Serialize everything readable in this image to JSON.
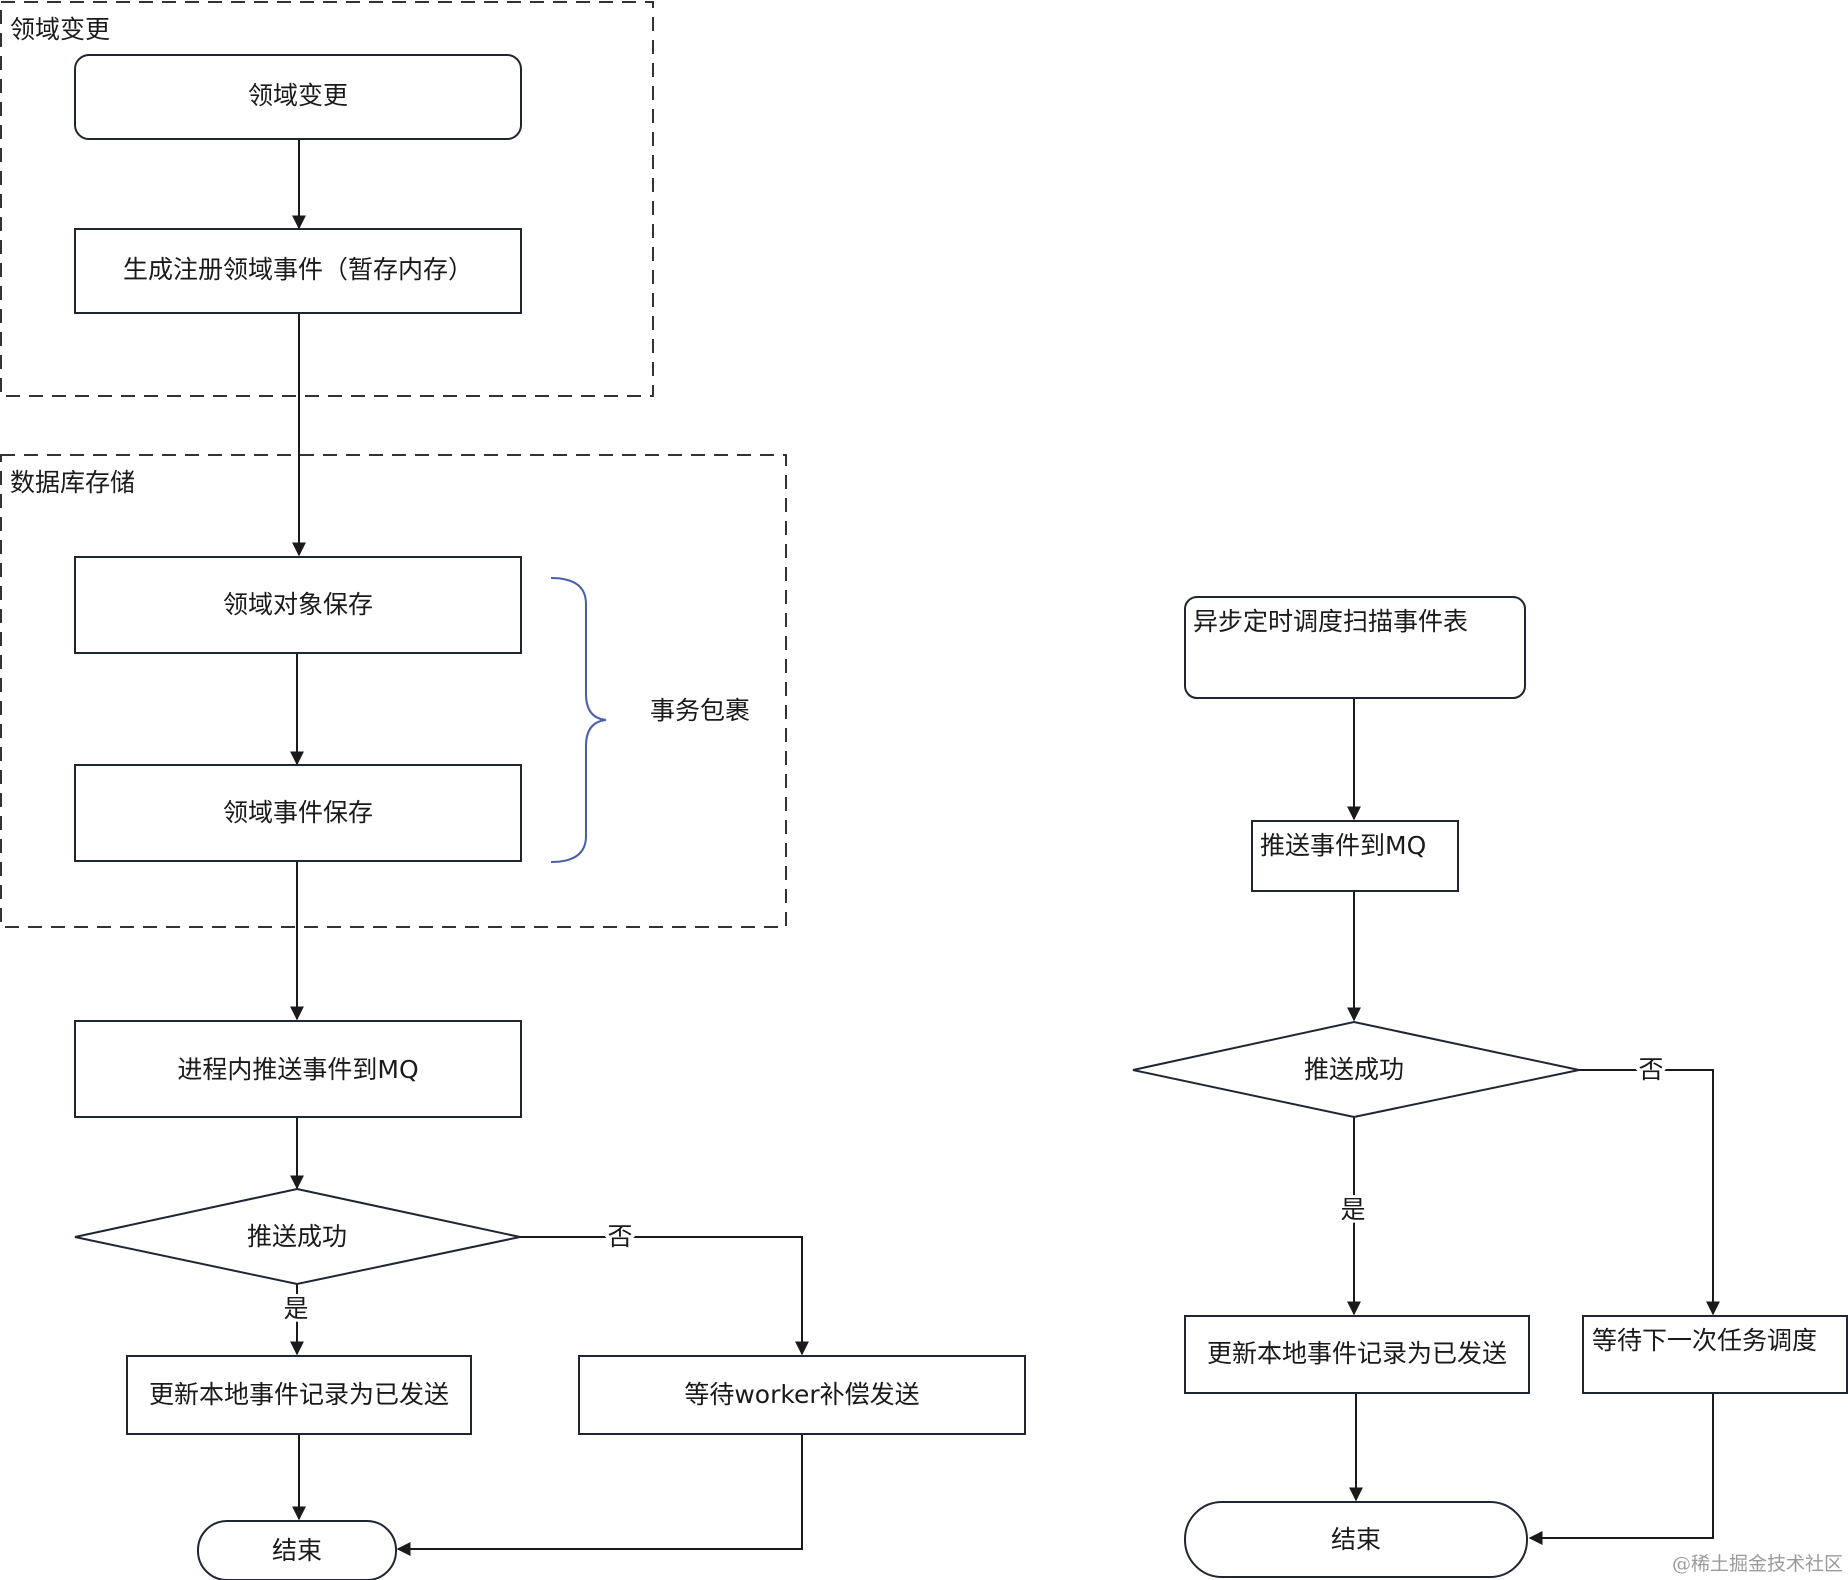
{
  "groups": {
    "domain_change": "领域变更",
    "db_storage": "数据库存储"
  },
  "left_flow": {
    "domain_change": "领域变更",
    "generate_event": "生成注册领域事件（暂存内存）",
    "save_object": "领域对象保存",
    "save_event": "领域事件保存",
    "transaction": "事务包裹",
    "push_mq": "进程内推送事件到MQ",
    "push_success": "推送成功",
    "yes": "是",
    "no": "否",
    "mark_sent": "更新本地事件记录为已发送",
    "wait_worker": "等待worker补偿发送",
    "end": "结束"
  },
  "right_flow": {
    "scan_table": "异步定时调度扫描事件表",
    "push_mq": "推送事件到MQ",
    "push_success": "推送成功",
    "yes": "是",
    "no": "否",
    "mark_sent": "更新本地事件记录为已发送",
    "wait_next": "等待下一次任务调度",
    "end": "结束"
  },
  "watermark": "@稀土掘金技术社区"
}
